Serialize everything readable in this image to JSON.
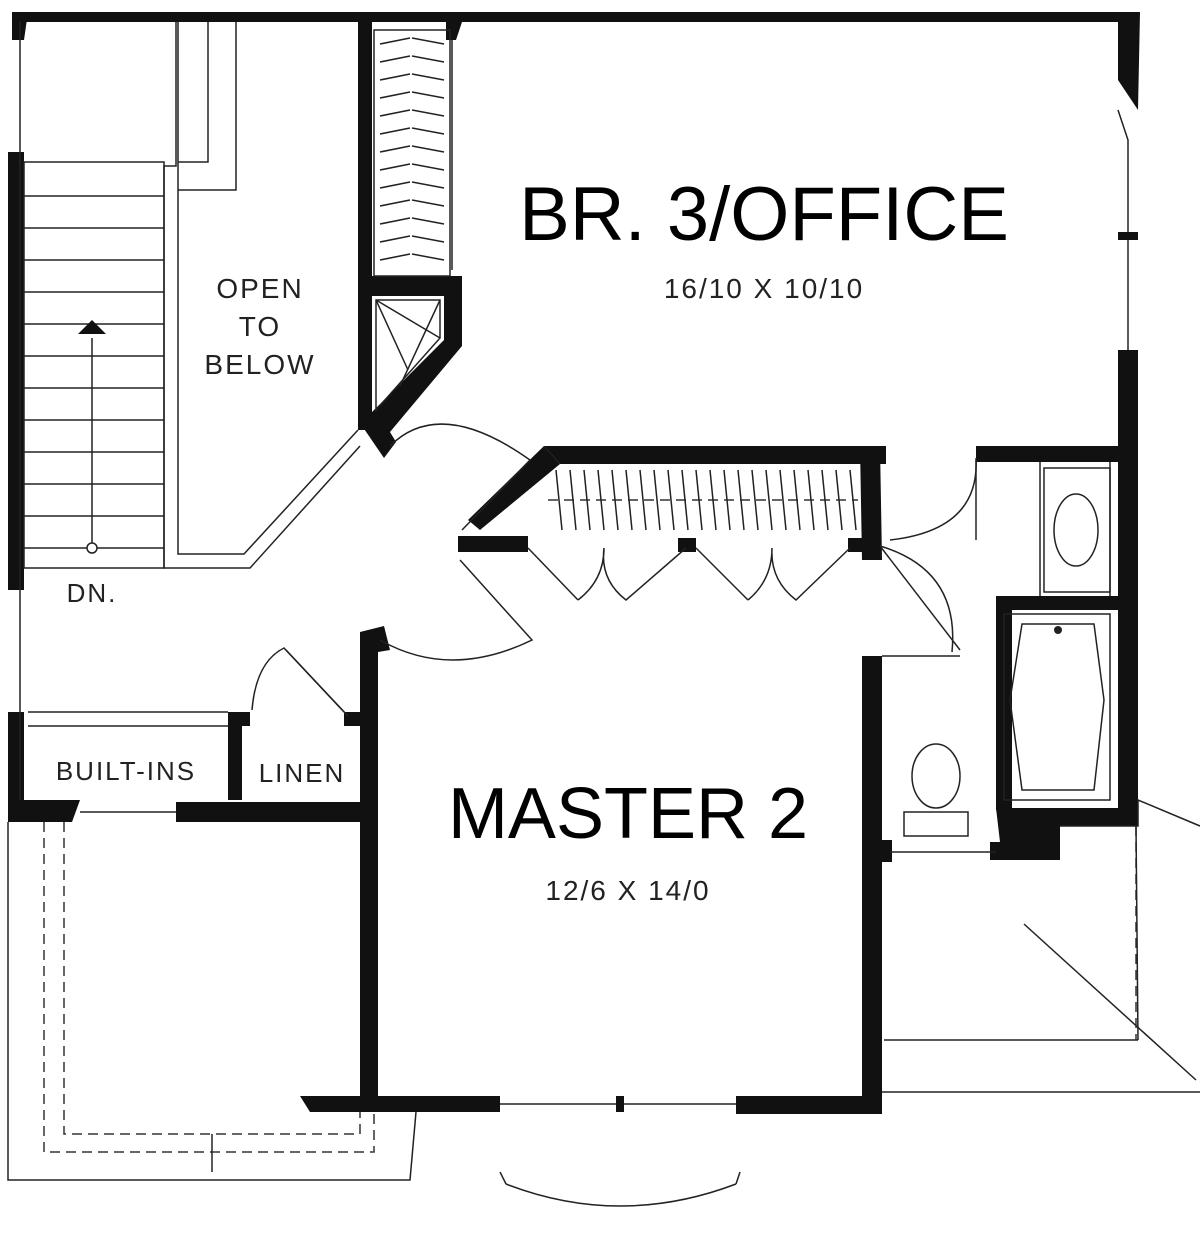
{
  "rooms": {
    "office": {
      "name": "BR. 3/OFFICE",
      "dims": "16/10  X  10/10"
    },
    "master": {
      "name": "MASTER 2",
      "dims": "12/6  X  14/0"
    }
  },
  "labels": {
    "open_line1": "OPEN",
    "open_line2": "TO",
    "open_line3": "BELOW",
    "stairs_down": "DN.",
    "built_ins": "BUILT-INS",
    "linen": "LINEN"
  }
}
